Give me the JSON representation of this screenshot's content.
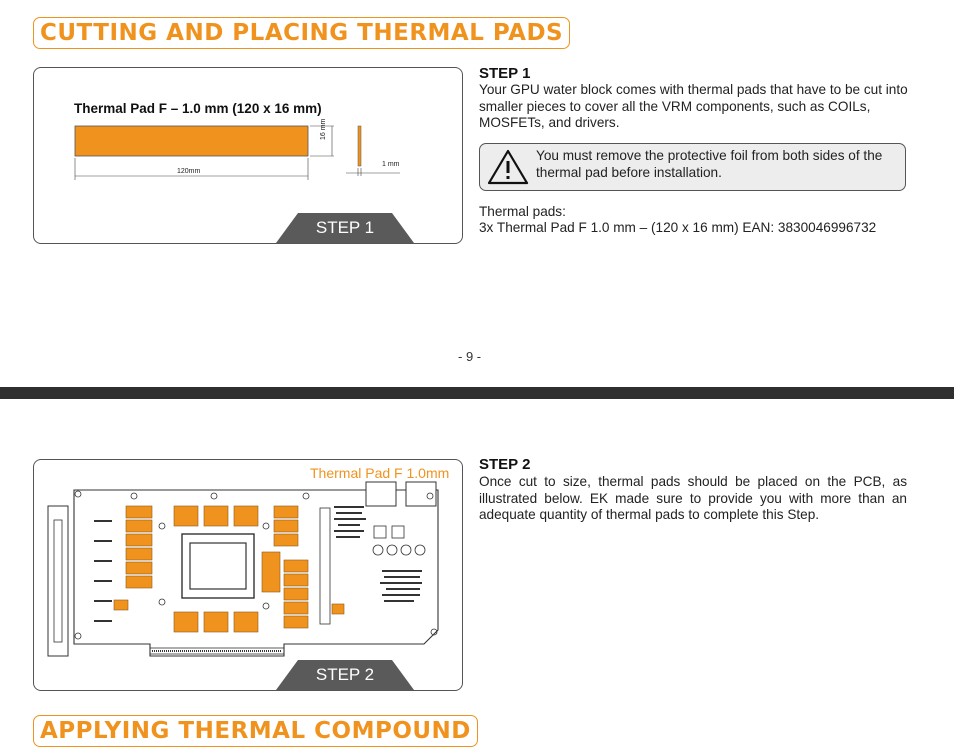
{
  "page_top": {
    "section_title": "CUTTING AND PLACING THERMAL PADS",
    "figure": {
      "pad_title": "Thermal Pad F – 1.0 mm (120 x 16 mm)",
      "dim_length": "120mm",
      "dim_width": "16 mm",
      "dim_thickness": "1 mm",
      "step_tab": "STEP 1"
    },
    "step_heading": "STEP 1",
    "step_text": "Your GPU water block comes with thermal pads that have to be cut into smaller pieces to cover all the VRM components, such as COILs, MOSFETs, and drivers.",
    "warning_text": "You must remove the protective foil from both sides of the thermal pad before installation.",
    "pads_heading": "Thermal pads:",
    "pads_item": "3x Thermal Pad F 1.0 mm – (120 x 16 mm) EAN: 3830046996732",
    "page_number": "- 9 -"
  },
  "page_bottom": {
    "figure": {
      "pad_label": "Thermal Pad F 1.0mm",
      "step_tab": "STEP 2"
    },
    "step_heading": "STEP 2",
    "step_text": "Once cut to size, thermal pads should be placed on the PCB, as illustrated below. EK made sure to provide you with more than an adequate quantity of thermal pads to complete this Step.",
    "next_section_title": "APPLYING THERMAL COMPOUND"
  },
  "colors": {
    "accent": "#f0931e",
    "dark": "#2f2f2f",
    "tab": "#5a5a5a"
  }
}
